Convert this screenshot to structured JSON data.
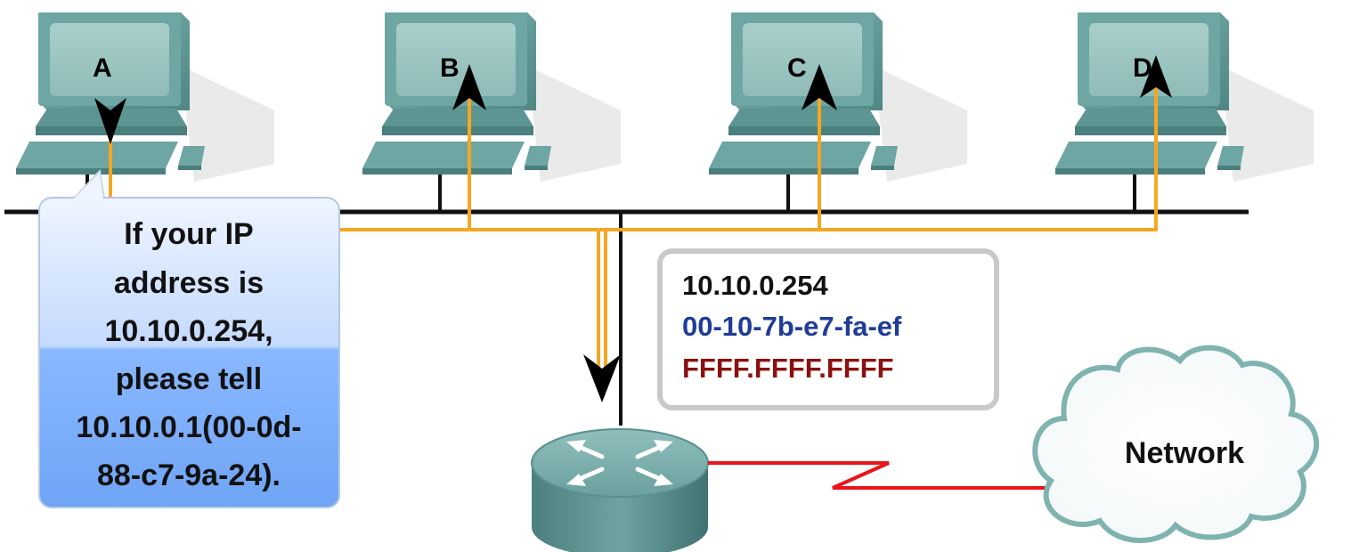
{
  "computers": [
    {
      "label": "A"
    },
    {
      "label": "B"
    },
    {
      "label": "C"
    },
    {
      "label": "D"
    }
  ],
  "speech_bubble": {
    "lines": [
      "If your IP",
      "address is",
      "10.10.0.254,",
      "please tell",
      "10.10.0.1(00-0d-",
      "88-c7-9a-24)."
    ]
  },
  "frame_box": {
    "ip": "10.10.0.254",
    "mac": "00-10-7b-e7-fa-ef",
    "broadcast": "FFFF.FFFF.FFFF",
    "colors": {
      "ip": "#111111",
      "mac": "#1f3c99",
      "broadcast": "#8b1010"
    }
  },
  "cloud": {
    "label": "Network"
  },
  "colors": {
    "signal": "#f5a623",
    "wan_link": "#e8151b",
    "bus": "#111111",
    "device": "#5e9b99"
  }
}
